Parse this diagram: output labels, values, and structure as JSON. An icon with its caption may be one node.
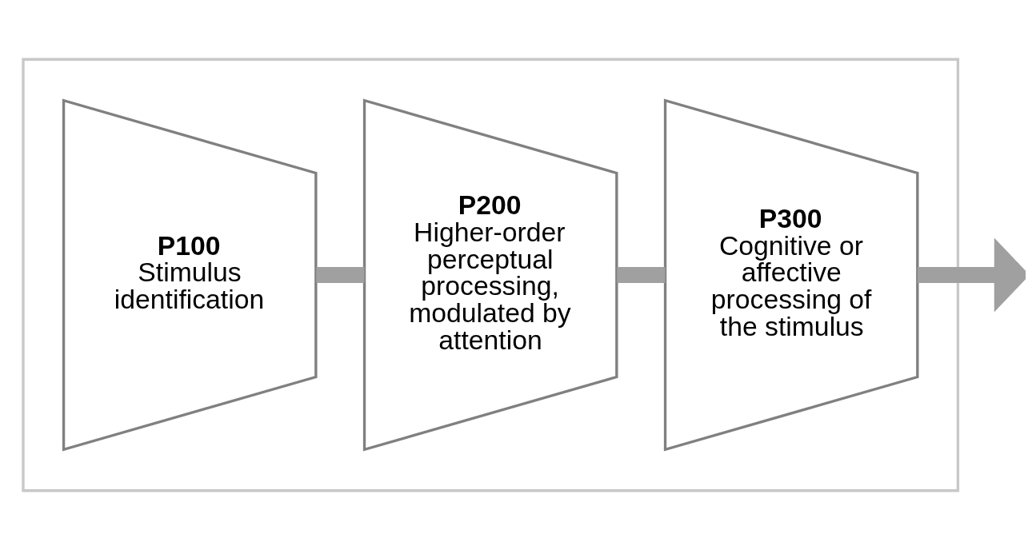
{
  "diagram": {
    "nodes": [
      {
        "text": [],
        "shape": "trapezoid"
      },
      {
        "text": [
          "P100",
          "Stimulus identification"
        ],
        "in": 0
      },
      {
        "text": [
          "P200",
          "Higher-order perceptual processing, modulated by attention"
        ],
        "in": 0
      },
      {
        "text": [
          "P300",
          "Cognitive or affective processing of the stimulus"
        ],
        "in": 0
      }
    ],
    "edges": [
      {
        "from": 1,
        "to": 2,
        "arrow": "none"
      },
      {
        "from": 2,
        "to": 3,
        "arrow": "none"
      },
      {
        "from": 3,
        "to": null,
        "arrow": "to"
      }
    ]
  }
}
